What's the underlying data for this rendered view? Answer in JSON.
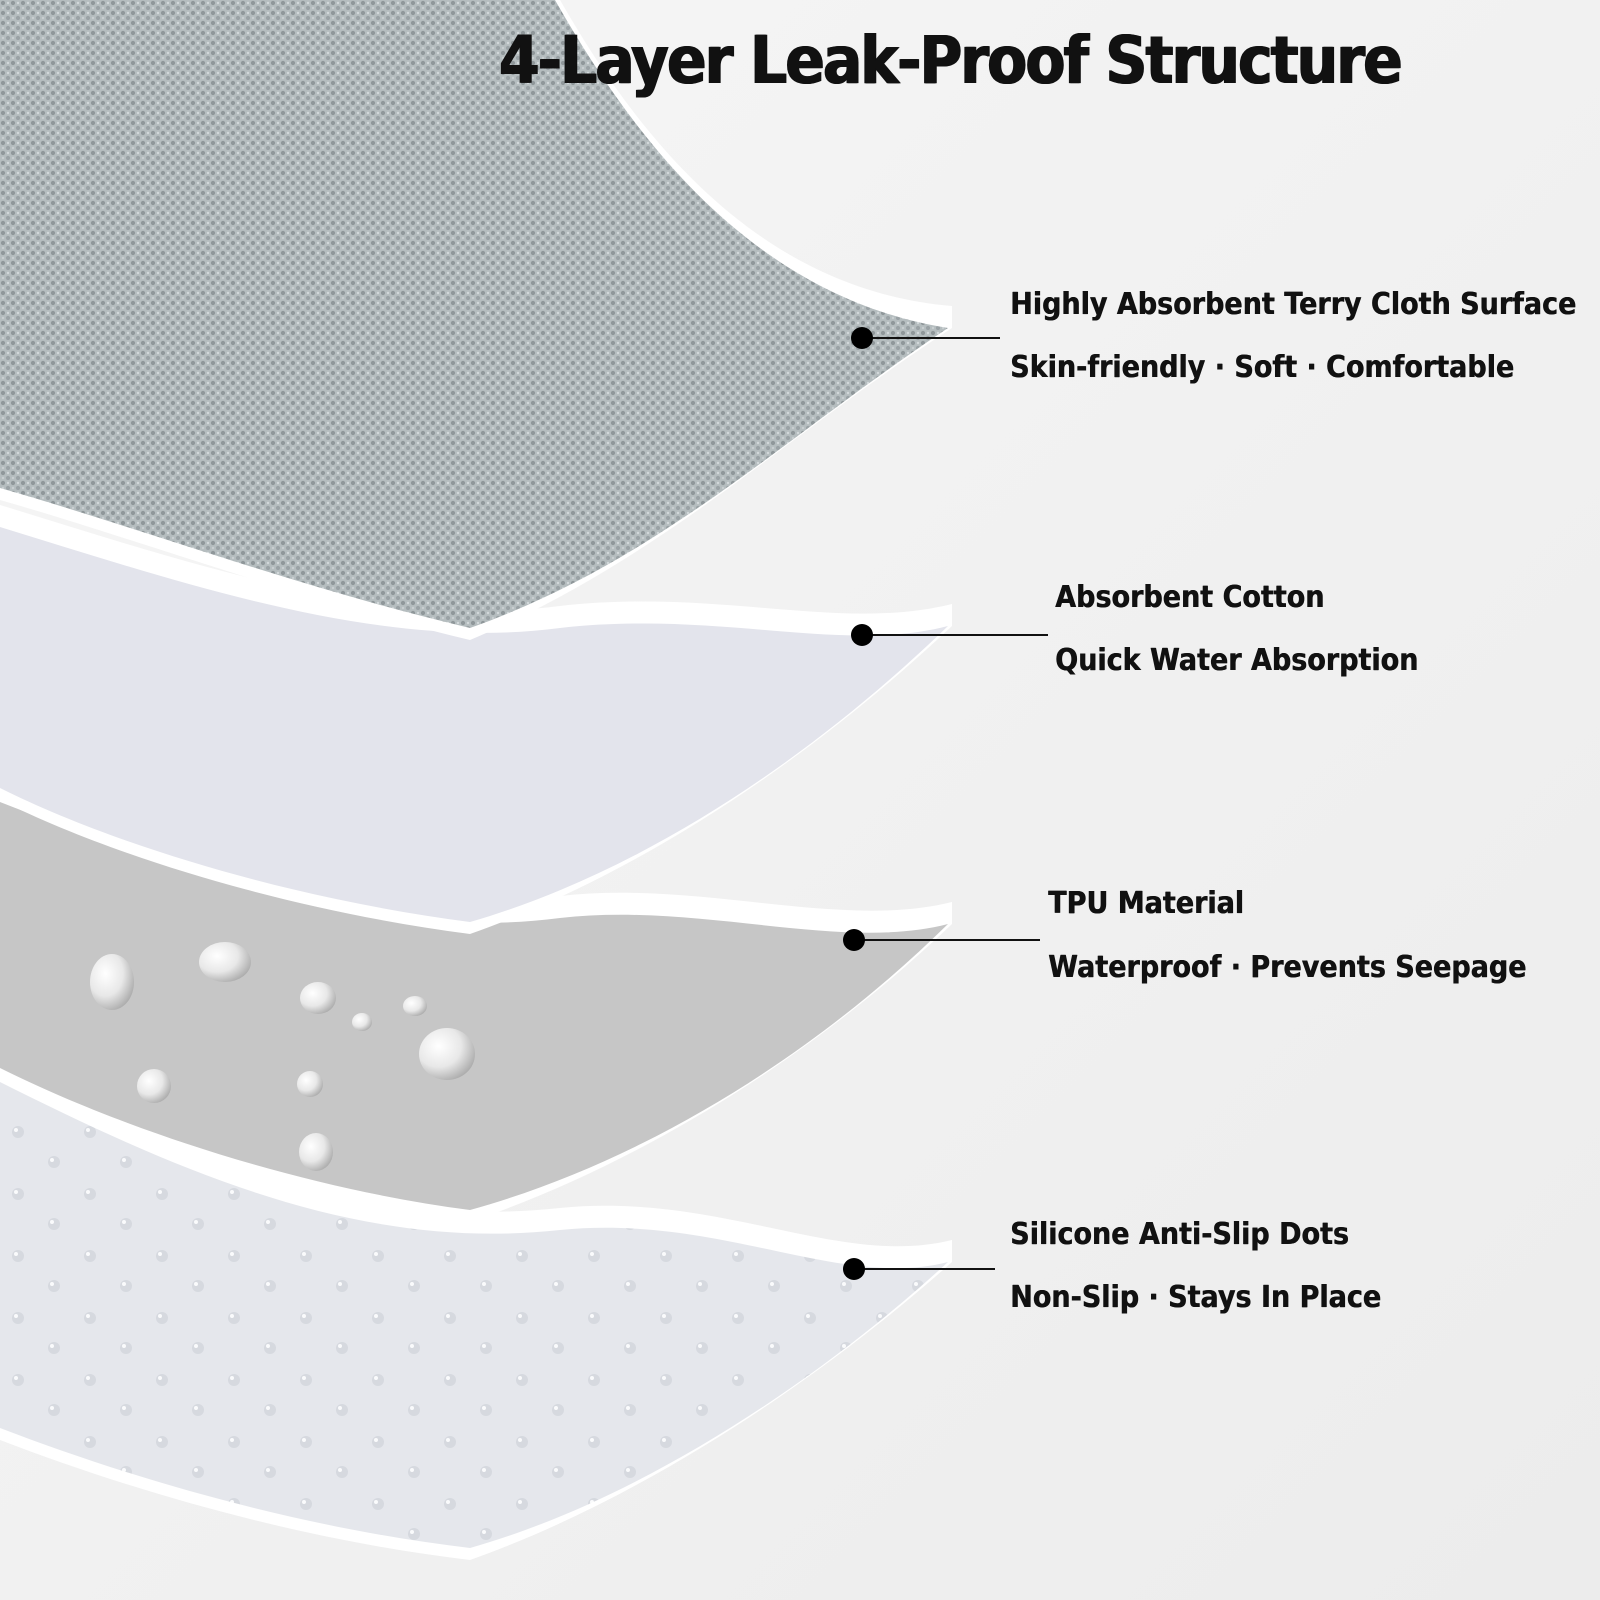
{
  "title": "4-Layer Leak-Proof Structure",
  "layers": [
    {
      "heading": "Highly Absorbent Terry Cloth Surface",
      "subtitle": "Skin-friendly · Soft · Comfortable",
      "color": "#b4bcbf"
    },
    {
      "heading": "Absorbent Cotton",
      "subtitle": "Quick Water Absorption",
      "color": "#e3e4ec"
    },
    {
      "heading": "TPU Material",
      "subtitle": "Waterproof · Prevents Seepage",
      "color": "#c6c6c6"
    },
    {
      "heading": "Silicone Anti-Slip Dots",
      "subtitle": "Non-Slip · Stays In Place",
      "color": "#e6e8ed"
    }
  ]
}
